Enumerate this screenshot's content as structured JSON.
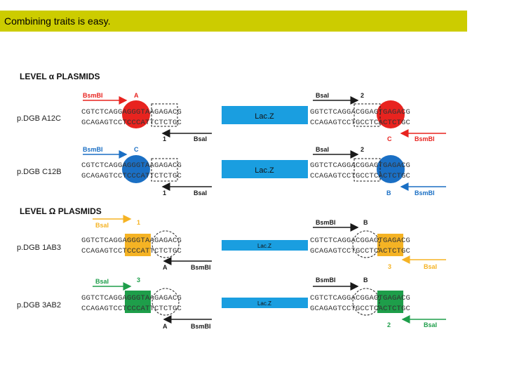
{
  "slide": {
    "title": "Combining traits is easy."
  },
  "colors": {
    "banner": "#cccc00",
    "red": "#e8231f",
    "blue": "#1a6fc4",
    "orange": "#f5b324",
    "green": "#1e9e4a",
    "lacz": "#1a9ee0",
    "dark": "#1a1a1a"
  },
  "sections": {
    "alpha": "LEVEL α PLASMIDS",
    "omega": "LEVEL Ω PLASMIDS"
  },
  "insert_label": "Lac.Z",
  "rows": [
    {
      "name": "p.DGB A12C",
      "left": {
        "top_enzyme": "BsmBI",
        "top_site": "A",
        "seq_top": "CGTCTCAGGAGGGTAAGAGACG",
        "seq_bot": "GCAGAGTCCTCCCATTCTCTGC",
        "bot_site": "1",
        "bot_enzyme": "BsaI"
      },
      "right": {
        "top_enzyme": "BsaI",
        "top_site": "2",
        "seq_top": "GGTCTCAGGACGGAGTGAGACG",
        "seq_bot": "CCAGAGTCCTGCCTCACTCTGC",
        "bot_site": "C",
        "bot_enzyme": "BsmBI"
      }
    },
    {
      "name": "p.DGB C12B",
      "left": {
        "top_enzyme": "BsmBI",
        "top_site": "C",
        "seq_top": "CGTCTCAGGAGGGTAAGAGACG",
        "seq_bot": "GCAGAGTCCTCCCATTCTCTGC",
        "bot_site": "1",
        "bot_enzyme": "BsaI"
      },
      "right": {
        "top_enzyme": "BsaI",
        "top_site": "2",
        "seq_top": "GGTCTCAGGACGGAGTGAGACG",
        "seq_bot": "CCAGAGTCCTGCCTCACTCTGC",
        "bot_site": "B",
        "bot_enzyme": "BsmBI"
      }
    },
    {
      "name": "p.DGB 1AB3",
      "left": {
        "top_enzyme": "BsaI",
        "top_site": "1",
        "seq_top": "GGTCTCAGGAGGGTAAGAGACG",
        "seq_bot": "CCAGAGTCCTCCCATTCTCTGC",
        "bot_site": "A",
        "bot_enzyme": "BsmBI"
      },
      "right": {
        "top_enzyme": "BsmBI",
        "top_site": "B",
        "seq_top": "CGTCTCAGGACGGAGTGAGACG",
        "seq_bot": "GCAGAGTCCTGCCTCACTCTGC",
        "bot_site": "3",
        "bot_enzyme": "BsaI"
      }
    },
    {
      "name": "p.DGB 3AB2",
      "left": {
        "top_enzyme": "BsaI",
        "top_site": "3",
        "seq_top": "GGTCTCAGGAGGGTAAGAGACG",
        "seq_bot": "CCAGAGTCCTCCCATTCTCTGC",
        "bot_site": "A",
        "bot_enzyme": "BsmBI"
      },
      "right": {
        "top_enzyme": "BsmBI",
        "top_site": "B",
        "seq_top": "CGTCTCAGGACGGAGTGAGACG",
        "seq_bot": "GCAGAGTCCTGCCTCACTCTGC",
        "bot_site": "2",
        "bot_enzyme": "BsaI"
      }
    }
  ]
}
